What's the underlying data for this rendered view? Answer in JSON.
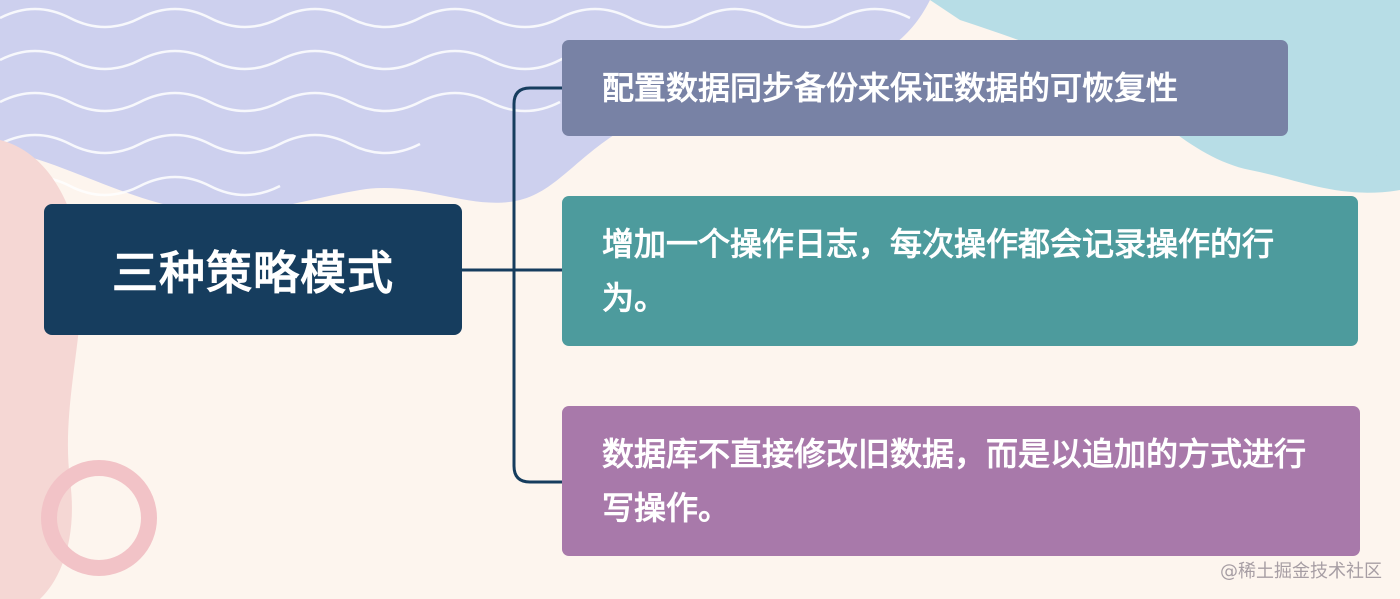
{
  "root": {
    "label": "三种策略模式"
  },
  "branches": [
    {
      "text": "配置数据同步备份来保证数据的可恢复性",
      "color": "#7882a5"
    },
    {
      "text": "增加一个操作日志，每次操作都会记录操作的行为。",
      "color": "#4d9b9d"
    },
    {
      "text": "数据库不直接修改旧数据，而是以追加的方式进行写操作。",
      "color": "#a879aa"
    }
  ],
  "watermark": "@稀土掘金技术社区",
  "colors": {
    "background": "#fdf5ee",
    "root_node": "#163d5e",
    "connector": "#163d5e",
    "wave_band": "#cdd0ee",
    "blue_blob": "#b7dde6",
    "pink_blob": "#f5d7d4",
    "ring": "#f2c3c7"
  }
}
